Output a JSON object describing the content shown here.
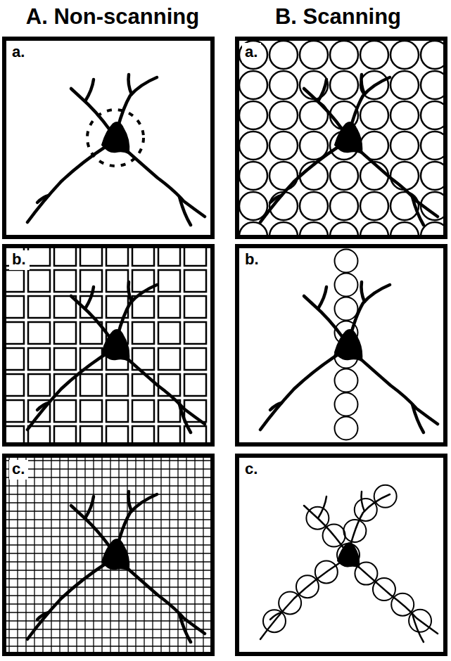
{
  "diagram": {
    "nodes": [
      {
        "text": [
          "a."
        ]
      },
      {
        "text": [
          "b."
        ]
      },
      {
        "text": [
          "c."
        ]
      },
      {
        "text": [
          "a."
        ]
      },
      {
        "text": [
          "b."
        ]
      },
      {
        "text": [
          "c."
        ]
      }
    ],
    "labels": [
      "A. Non-scanning",
      "B. Scanning"
    ]
  }
}
